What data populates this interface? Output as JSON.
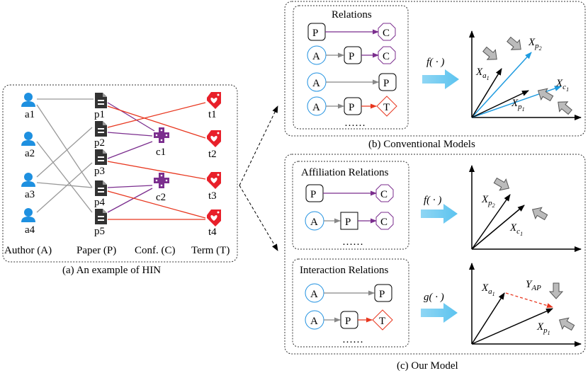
{
  "hin": {
    "caption": "(a)  An example of HIN",
    "authors": [
      "a1",
      "a2",
      "a3",
      "a4"
    ],
    "papers": [
      "p1",
      "p2",
      "p3",
      "p4",
      "p5"
    ],
    "confs": [
      "c1",
      "c2"
    ],
    "terms": [
      "t1",
      "t2",
      "t3",
      "t4"
    ],
    "type_labels": [
      "Author (A)",
      "Paper (P)",
      "Conf. (C)",
      "Term (T)"
    ]
  },
  "conventional": {
    "caption": "(b)  Conventional Models",
    "box_title": "Relations",
    "func": "f( · )",
    "nodes": {
      "P": "P",
      "A": "A",
      "C": "C",
      "T": "T"
    },
    "ellipsis": "……",
    "vec_labels": {
      "xp2": "X",
      "xa1": "X",
      "xc1": "X",
      "xp1": "X"
    },
    "vec_subs": {
      "xp2": "p",
      "xa1": "a",
      "xc1": "c",
      "xp1": "p"
    },
    "vec_subsubs": {
      "xp2": "2",
      "xa1": "1",
      "xc1": "1",
      "xp1": "1"
    }
  },
  "ours": {
    "caption": "(c)  Our Model",
    "affiliation_title": "Affiliation Relations",
    "interaction_title": "Interaction Relations",
    "func_f": "f( · )",
    "func_g": "g( · )",
    "ellipsis": "……",
    "y_label": "Y",
    "y_sub": "AP"
  }
}
